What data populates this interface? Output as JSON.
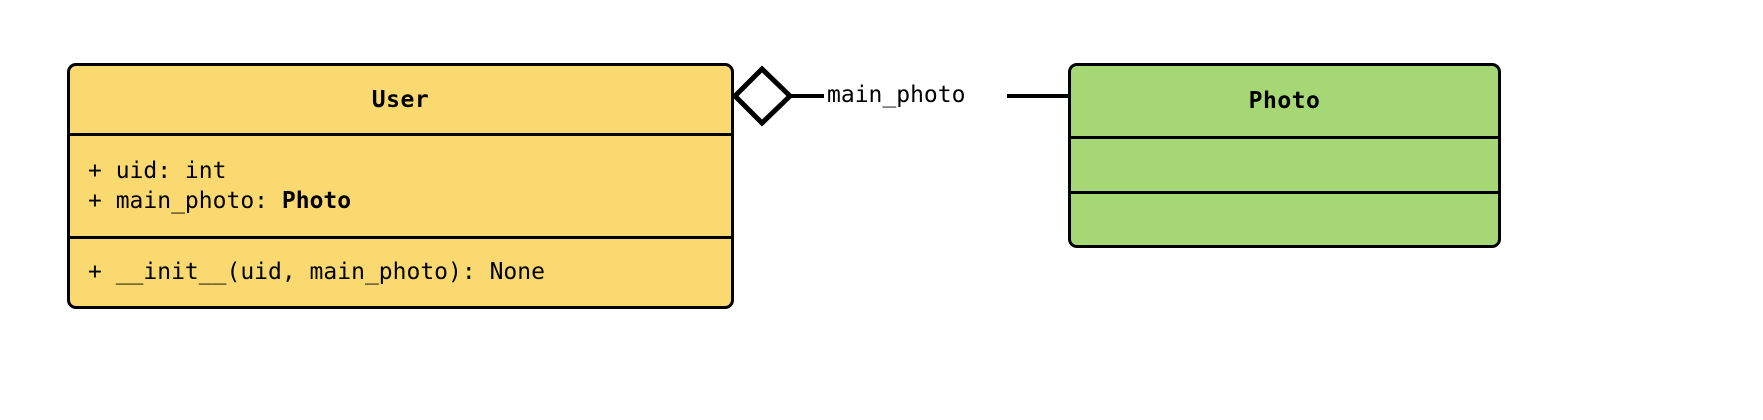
{
  "diagram": {
    "type": "uml-class-diagram",
    "background_color": "#ffffff"
  },
  "classes": [
    {
      "name": "User",
      "fill_color": "#fbd971",
      "border_color": "#000000",
      "attributes": [
        {
          "visibility": "+",
          "text": "+ uid: int",
          "name": "uid",
          "type": "int",
          "type_bold": false
        },
        {
          "visibility": "+",
          "text": "+ main_photo: ",
          "name": "main_photo",
          "type": "Photo",
          "type_bold": true
        }
      ],
      "methods": [
        {
          "visibility": "+",
          "text": "+ __init__(uid, main_photo): None",
          "name": "__init__",
          "params": "uid, main_photo",
          "returns": "None"
        }
      ]
    },
    {
      "name": "Photo",
      "fill_color": "#a5d775",
      "border_color": "#000000",
      "attributes": [],
      "methods": []
    }
  ],
  "relationship": {
    "kind": "aggregation",
    "source": "User",
    "target": "Photo",
    "label": "main_photo",
    "diamond_fill": "#ffffff",
    "diamond_stroke": "#000000",
    "line_color": "#000000"
  }
}
